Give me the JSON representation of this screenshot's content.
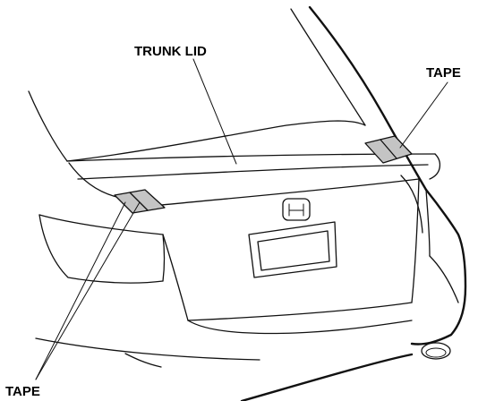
{
  "labels": {
    "trunk_lid": "TRUNK LID",
    "tape_right": "TAPE",
    "tape_left": "TAPE"
  },
  "icons": {
    "emblem": "honda-emblem-icon"
  }
}
